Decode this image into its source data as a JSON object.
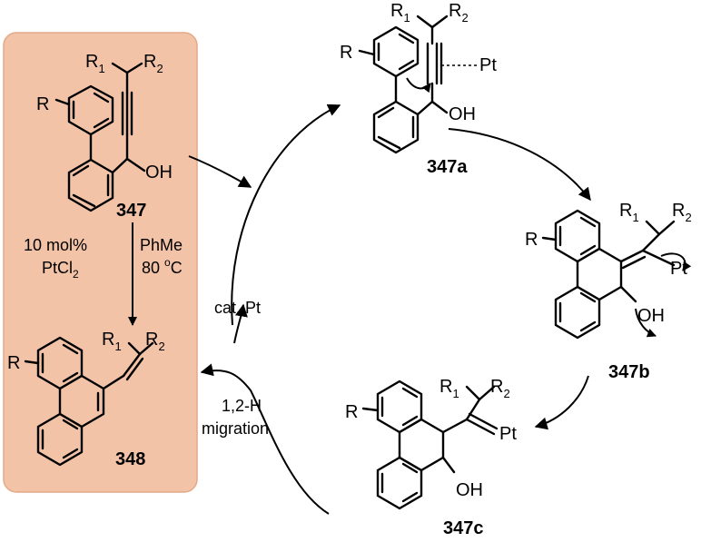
{
  "colors": {
    "panel": "#f3c3a8",
    "panel_stroke": "#e3a988",
    "ink": "#000000"
  },
  "substituents": {
    "r": "R",
    "r1": "R",
    "r1_sub": "1",
    "r2": "R",
    "r2_sub": "2",
    "pt": "Pt",
    "oh": "OH"
  },
  "compounds": {
    "c347": "347",
    "c347a": "347a",
    "c347b": "347b",
    "c347c": "347c",
    "c348": "348"
  },
  "conditions": {
    "catalyst_amount": "10 mol%",
    "catalyst_base": "PtCl",
    "catalyst_sub": "2",
    "solvent": "PhMe",
    "temperature_value": "80 ",
    "temperature_sup": "o",
    "temperature_unit": "C"
  },
  "cycle": {
    "cat_label": "cat. Pt",
    "migration_line1": "1,2-H",
    "migration_line2": "migration"
  }
}
